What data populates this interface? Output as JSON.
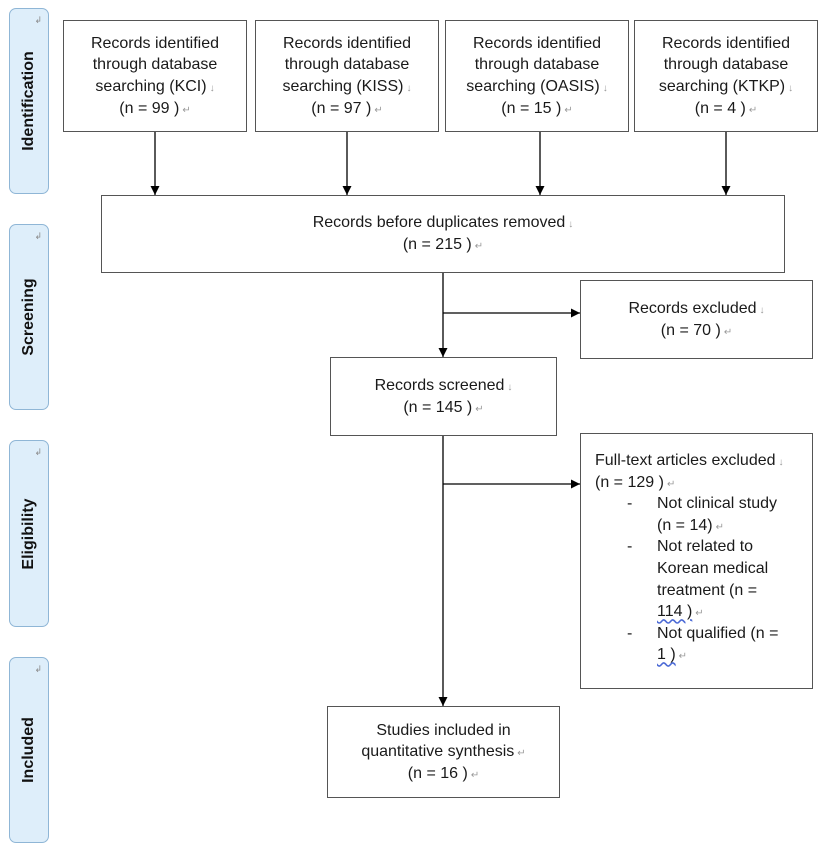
{
  "phases": {
    "identification": "Identification",
    "screening": "Screening",
    "eligibility": "Eligibility",
    "included": "Included"
  },
  "sources": [
    {
      "line1": "Records identified",
      "line2": "through database",
      "line3": "searching (KCI)",
      "count": "(n = 99 )"
    },
    {
      "line1": "Records identified",
      "line2": "through database",
      "line3": "searching (KISS)",
      "count": "(n = 97 )"
    },
    {
      "line1": "Records identified",
      "line2": "through database",
      "line3": "searching (OASIS)",
      "count": "(n = 15 )"
    },
    {
      "line1": "Records identified",
      "line2": "through database",
      "line3": "searching (KTKP)",
      "count": "(n = 4 )"
    }
  ],
  "before_duplicates": {
    "label": "Records before duplicates removed",
    "count": "(n = 215 )"
  },
  "excluded": {
    "label": "Records excluded",
    "count": "(n = 70 )"
  },
  "screened": {
    "label": "Records screened",
    "count": "(n = 145 )"
  },
  "fulltext_excluded": {
    "title": "Full-text articles excluded",
    "count": "(n = 129 )",
    "reasons": [
      {
        "line1": "Not clinical study",
        "line2": "(n = 14)"
      },
      {
        "line1": "Not related to",
        "line2": "Korean medical",
        "line3": "treatment (n =",
        "line4": "114 )"
      },
      {
        "line1": "Not qualified (n =",
        "line2": "1 )"
      }
    ]
  },
  "included": {
    "line1": "Studies included in",
    "line2": "quantitative synthesis",
    "count": "(n = 16 )"
  }
}
